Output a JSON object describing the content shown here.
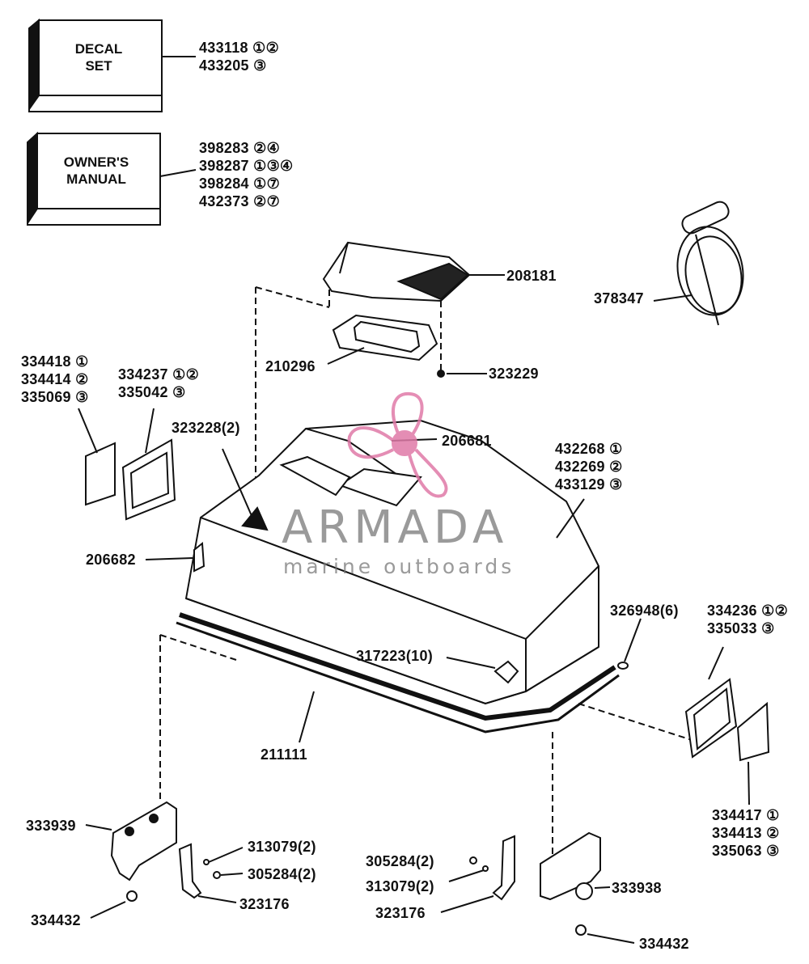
{
  "decal_box": {
    "line1": "DECAL",
    "line2": "SET"
  },
  "manual_box": {
    "line1": "OWNER'S",
    "line2": "MANUAL"
  },
  "decal_parts": [
    "433118 ①②",
    "433205 ③"
  ],
  "manual_parts": [
    "398283 ②④",
    "398287 ①③④",
    "398284 ①⑦",
    "432373 ②⑦"
  ],
  "labels": {
    "p208181": "208181",
    "p378347": "378347",
    "p210296": "210296",
    "p323229": "323229",
    "left_decal": [
      "334418 ①",
      "334414 ②",
      "335069 ③"
    ],
    "left_plate": [
      "334237 ①②",
      "335042 ③"
    ],
    "p323228": "323228(2)",
    "p206681": "206681",
    "cowl": [
      "432268 ①",
      "432269 ②",
      "433129 ③"
    ],
    "p206682": "206682",
    "p326948": "326948(6)",
    "right_plate": [
      "334236 ①②",
      "335033 ③"
    ],
    "p317223": "317223(10)",
    "p211111": "211111",
    "right_decal": [
      "334417 ①",
      "334413 ②",
      "335063 ③"
    ],
    "p333939": "333939",
    "p313079_l": "313079(2)",
    "p305284_l": "305284(2)",
    "p305284_r": "305284(2)",
    "p313079_r": "313079(2)",
    "p323176_l": "323176",
    "p323176_r": "323176",
    "p333938": "333938",
    "p334432_l": "334432",
    "p334432_r": "334432"
  },
  "watermark": {
    "brand": "ARMADA",
    "tagline": "marine outboards"
  },
  "colors": {
    "ink": "#111111",
    "watermark_pink": "#e07aa8",
    "watermark_gray": "#7a7a7a"
  }
}
